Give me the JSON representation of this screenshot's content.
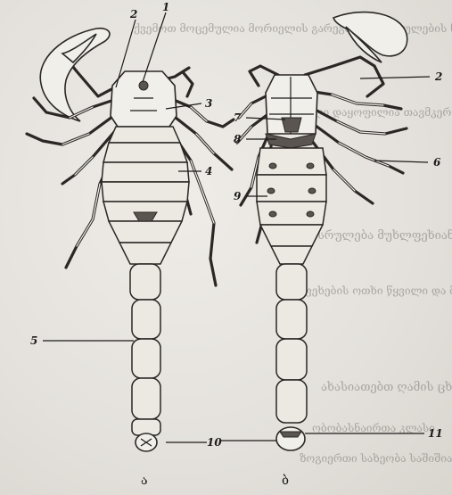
{
  "figure": {
    "labels": {
      "l1": "1",
      "l2_left": "2",
      "l2_right": "2",
      "l3": "3",
      "l4": "4",
      "l5": "5",
      "l6": "6",
      "l7": "7",
      "l8": "8",
      "l9": "9",
      "l10": "10",
      "l11": "11"
    },
    "captions": {
      "left": "ა",
      "right": "ბ"
    },
    "background_text": [
      "ქვემოთ მოცემულია მორიელის გარეგნული აგებულების ნახაზი",
      "სხეული დაყოფილია თავმკერდად და მუცლად",
      "დასრულება მუხლფეხიანი",
      "ფეხების ოთხი წყვილი და მარწუხები",
      "ახასიათებთ ღამის ცხოვრების წესი",
      "ობობასნაირთა კლასი",
      "ზოგიერთი სახეობა საშიშია ადამიანისთვის"
    ]
  }
}
